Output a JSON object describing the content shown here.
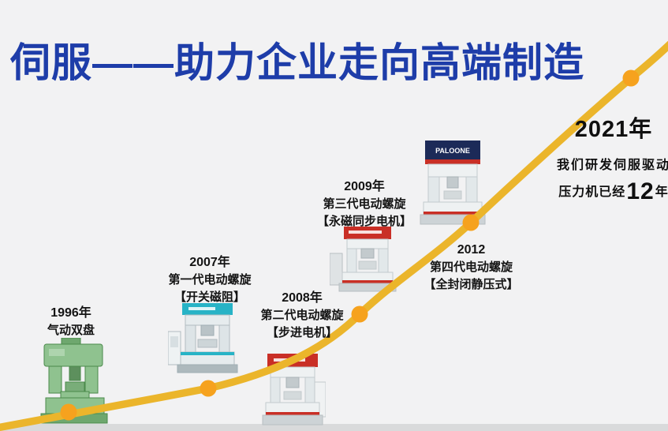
{
  "page": {
    "background_color": "#f2f2f3",
    "ground_strip_color": "#d9dadb"
  },
  "title": {
    "text": "伺服——助力企业走向高端制造",
    "color": "#1e3da9"
  },
  "curve": {
    "line_color": "#ebb52b",
    "dot_color": "#f6a21e"
  },
  "milestones": [
    {
      "year": "1996年",
      "lines": [
        "气动双盘"
      ]
    },
    {
      "year": "2007年",
      "lines": [
        "第一代电动螺旋",
        "【开关磁阻】"
      ]
    },
    {
      "year": "2008年",
      "lines": [
        "第二代电动螺旋",
        "【步进电机】"
      ]
    },
    {
      "year": "2009年",
      "lines": [
        "第三代电动螺旋",
        "【永磁同步电机】"
      ]
    },
    {
      "year": "2012",
      "lines": [
        "第四代电动螺旋",
        "【全封闭静压式】"
      ]
    }
  ],
  "finale": {
    "year": "2021年",
    "line1": "我们研发伺服驱动",
    "line2_prefix": "压力机已经",
    "line2_number": "12",
    "line2_suffix": "年"
  },
  "machines": {
    "brand_2012": "PALOONE",
    "green_color": "#8fc28f",
    "teal_color": "#27b3c6",
    "red_color": "#c92f26",
    "navy_color": "#1c2a58"
  }
}
